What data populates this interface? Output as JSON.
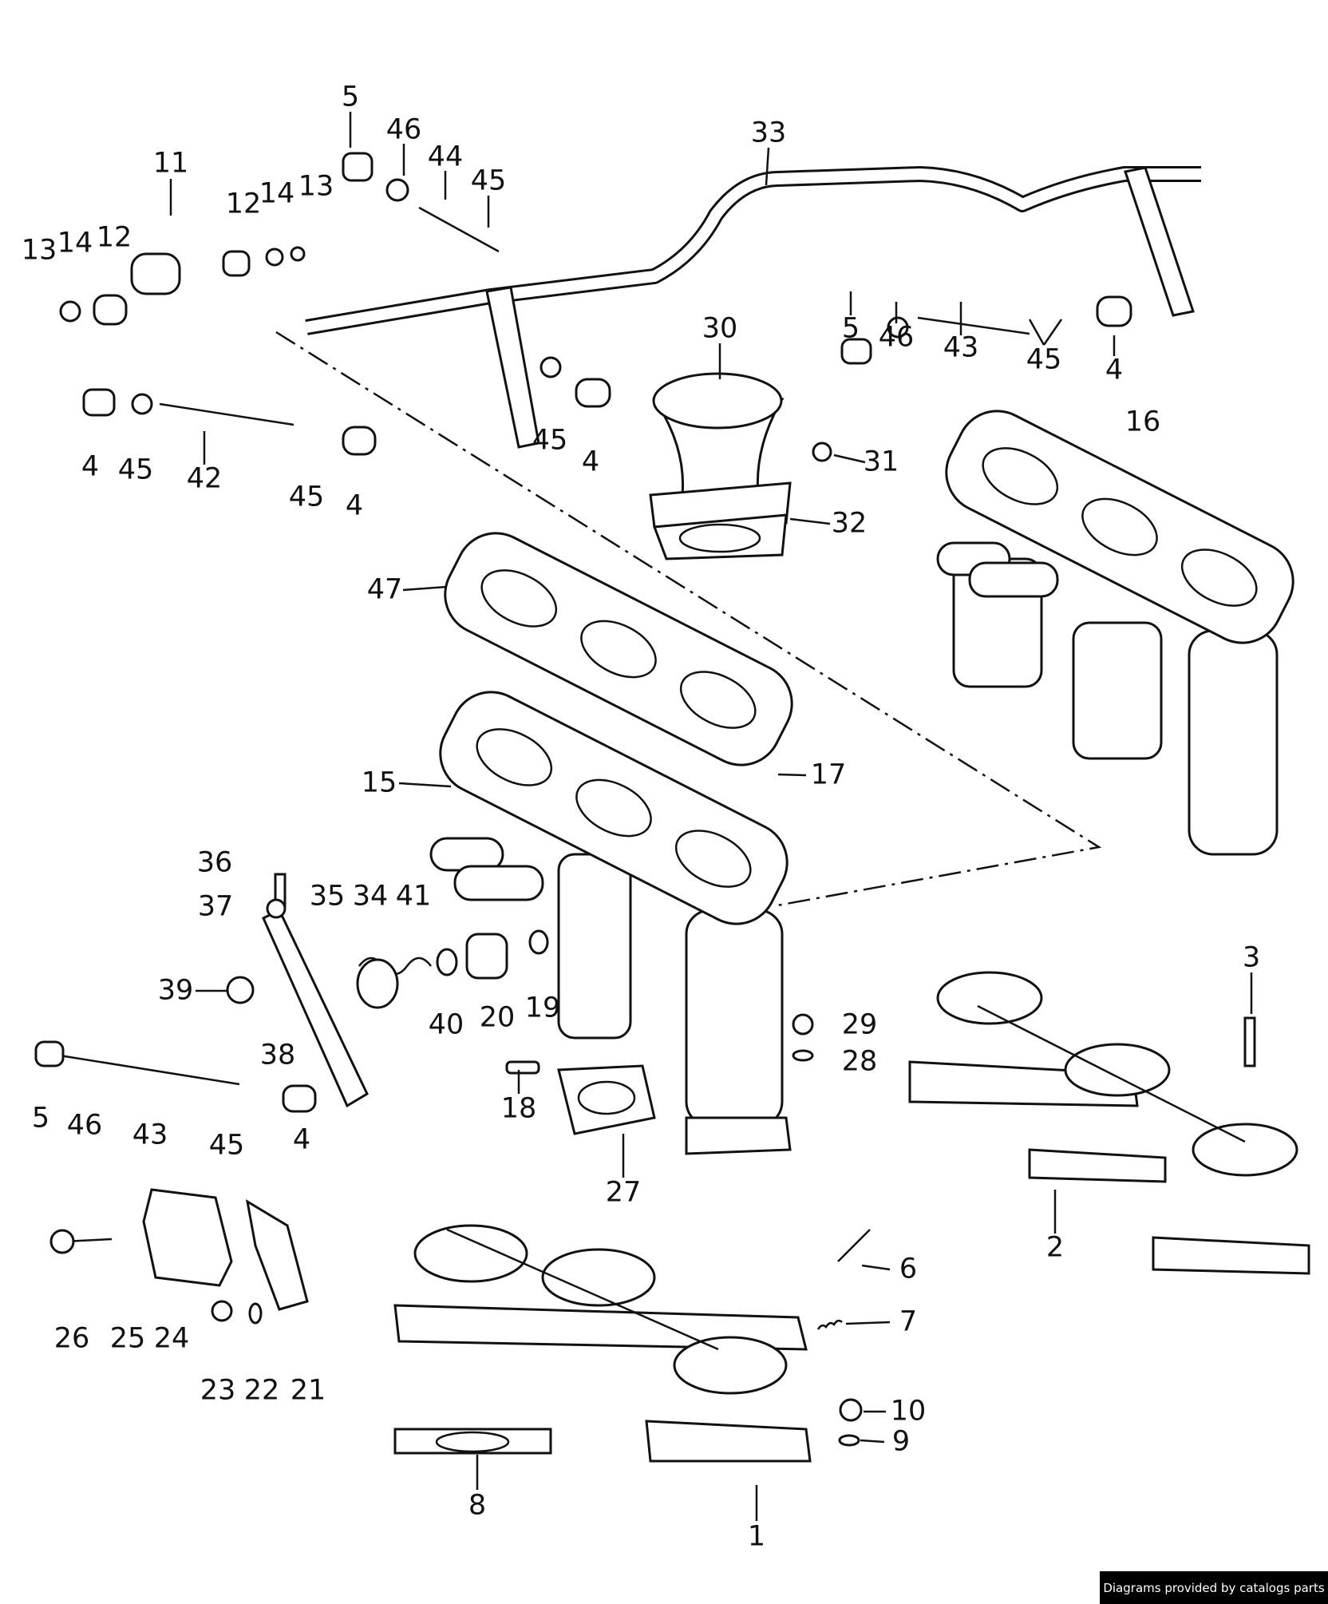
{
  "diagram": {
    "callouts": [
      "5",
      "46",
      "44",
      "45",
      "33",
      "11",
      "12",
      "14",
      "13",
      "13",
      "14",
      "12",
      "5",
      "46",
      "43",
      "45",
      "4",
      "30",
      "4",
      "45",
      "42",
      "45",
      "4",
      "45",
      "4",
      "31",
      "16",
      "32",
      "47",
      "15",
      "17",
      "36",
      "37",
      "35",
      "34",
      "41",
      "3",
      "39",
      "38",
      "40",
      "20",
      "19",
      "29",
      "28",
      "18",
      "5",
      "46",
      "43",
      "45",
      "4",
      "27",
      "2",
      "6",
      "7",
      "26",
      "25",
      "24",
      "23",
      "22",
      "21",
      "10",
      "9",
      "8",
      "1"
    ]
  },
  "footer": {
    "credit": "Diagrams provided by catalogs parts"
  }
}
